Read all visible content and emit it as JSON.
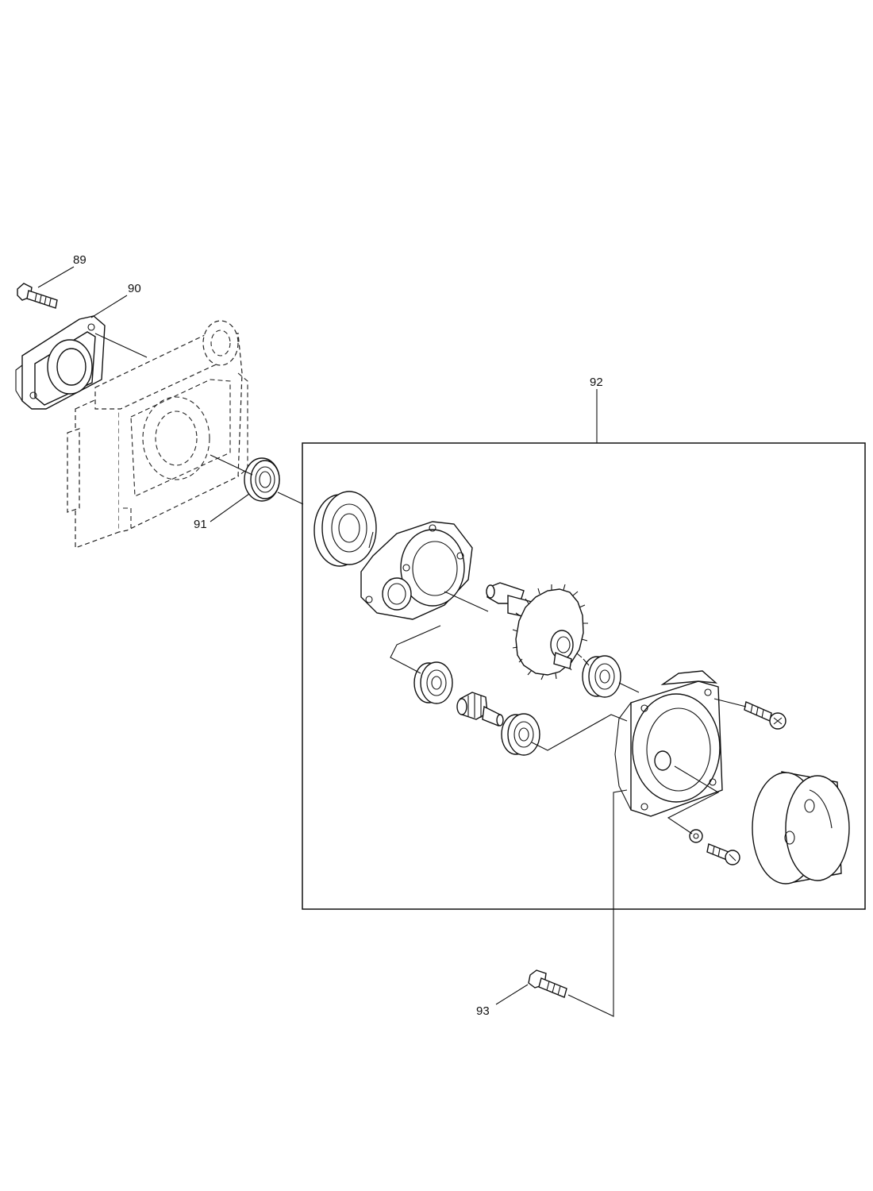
{
  "callouts": {
    "c89": "89",
    "c90": "90",
    "c91": "91",
    "c92": "92",
    "c93": "93"
  },
  "colors": {
    "line": "#111111",
    "background": "#ffffff"
  }
}
